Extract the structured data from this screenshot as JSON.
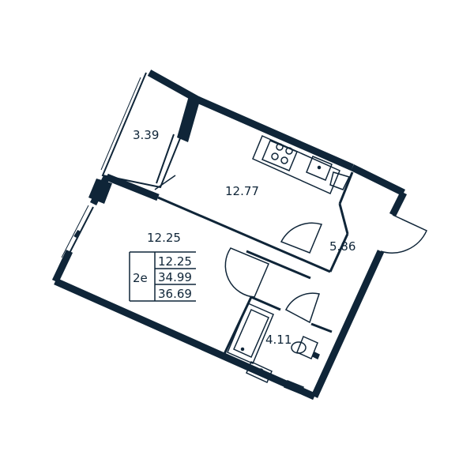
{
  "rooms": {
    "balcony_area": "3.39",
    "kitchen_area": "12.77",
    "bedroom_area": "12.25",
    "hall_area": "5.86",
    "bathroom_area": "4.11"
  },
  "info_box": {
    "type_code": "2e",
    "living_area": "12.25",
    "total_area": "34.99",
    "total_area_with_balcony": "36.69"
  },
  "colors": {
    "wall": "#0f2538",
    "background": "#ffffff"
  }
}
